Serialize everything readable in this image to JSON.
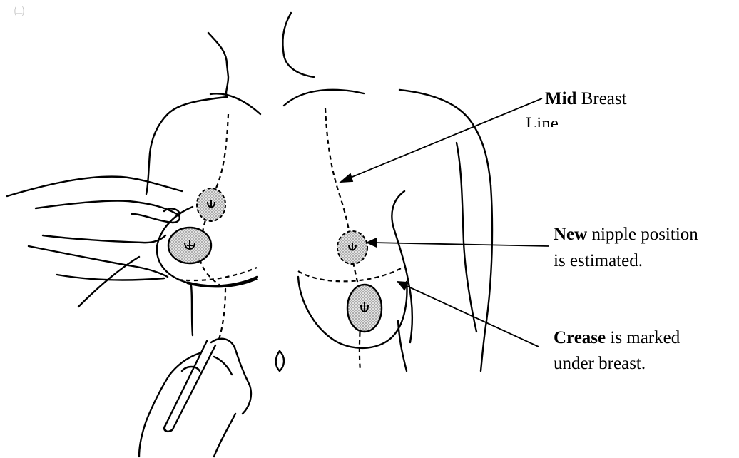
{
  "corner_mark": "㈡",
  "labels": {
    "mid_bold": "Mid",
    "mid_rest": " Breast",
    "mid_line2": "Line",
    "new_bold": "New",
    "new_rest": " nipple position",
    "new_line2": "is estimated.",
    "crease_bold": "Crease",
    "crease_rest": " is marked",
    "crease_line2": "under breast."
  },
  "colors": {
    "ink": "#000000",
    "areola_fill": "#c8c8c8",
    "new_position_fill": "#d6d6d6",
    "background": "#ffffff"
  }
}
